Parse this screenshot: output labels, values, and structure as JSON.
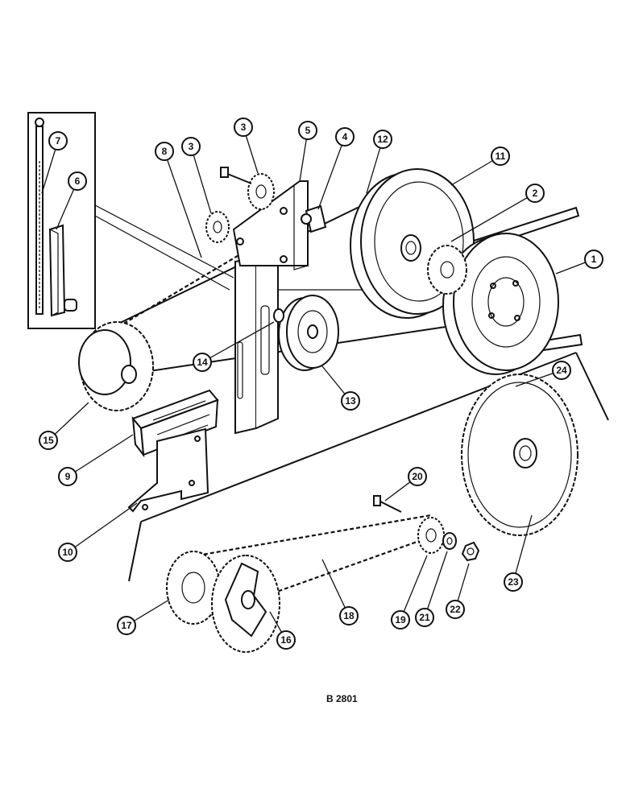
{
  "diagram": {
    "reference_code": "B 2801",
    "callouts": [
      {
        "id": "c1",
        "label": "1"
      },
      {
        "id": "c2",
        "label": "2"
      },
      {
        "id": "c3a",
        "label": "3"
      },
      {
        "id": "c3b",
        "label": "3"
      },
      {
        "id": "c4",
        "label": "4"
      },
      {
        "id": "c5",
        "label": "5"
      },
      {
        "id": "c6",
        "label": "6"
      },
      {
        "id": "c7",
        "label": "7"
      },
      {
        "id": "c8",
        "label": "8"
      },
      {
        "id": "c9",
        "label": "9"
      },
      {
        "id": "c10",
        "label": "10"
      },
      {
        "id": "c11",
        "label": "11"
      },
      {
        "id": "c12",
        "label": "12"
      },
      {
        "id": "c13",
        "label": "13"
      },
      {
        "id": "c14",
        "label": "14"
      },
      {
        "id": "c15",
        "label": "15"
      },
      {
        "id": "c16",
        "label": "16"
      },
      {
        "id": "c17",
        "label": "17"
      },
      {
        "id": "c18",
        "label": "18"
      },
      {
        "id": "c19",
        "label": "19"
      },
      {
        "id": "c20",
        "label": "20"
      },
      {
        "id": "c21",
        "label": "21"
      },
      {
        "id": "c22",
        "label": "22"
      },
      {
        "id": "c23",
        "label": "23"
      },
      {
        "id": "c24",
        "label": "24"
      }
    ]
  }
}
